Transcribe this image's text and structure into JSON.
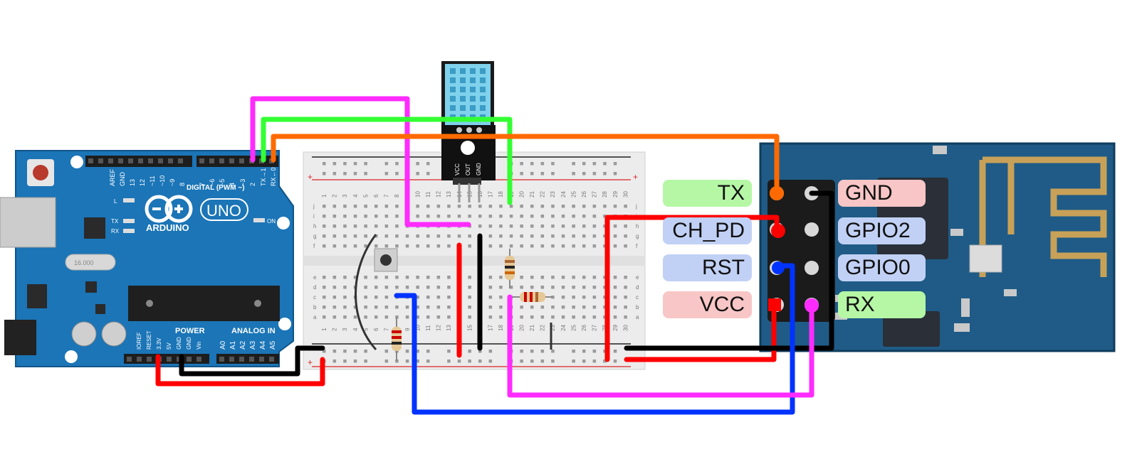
{
  "arduino": {
    "brand": "ARDUINO",
    "model": "UNO",
    "digital_header": "DIGITAL (PWM ~)",
    "digital_pins": [
      "AREF",
      "GND",
      "13",
      "12",
      "~11",
      "~10",
      "~9",
      "8",
      "7",
      "~6",
      "~5",
      "4",
      "~3",
      "2",
      "TX→1",
      "RX←0"
    ],
    "power_header": "POWER",
    "power_pins": [
      "IOREF",
      "RESET",
      "3.3V",
      "5V",
      "GND",
      "GND",
      "Vin"
    ],
    "analog_header": "ANALOG IN",
    "analog_pins": [
      "A0",
      "A1",
      "A2",
      "A3",
      "A4",
      "A5"
    ],
    "leds": [
      "L",
      "TX",
      "RX"
    ],
    "on_label": "ON",
    "crystal": "16.000"
  },
  "breadboard": {
    "column_numbers": [
      "1",
      "2",
      "3",
      "4",
      "5",
      "6",
      "7",
      "8",
      "9",
      "10",
      "11",
      "12",
      "13",
      "14",
      "15",
      "16",
      "17",
      "18",
      "19",
      "20",
      "21",
      "22",
      "23",
      "24",
      "25",
      "26",
      "27",
      "28",
      "29",
      "30"
    ],
    "row_letters_top": [
      "j",
      "i",
      "h",
      "g",
      "f"
    ],
    "row_letters_bottom": [
      "e",
      "d",
      "c",
      "b",
      "a"
    ],
    "plus": "+",
    "minus": "−"
  },
  "dht_sensor": {
    "pins": [
      "VCC",
      "OUT",
      "GND"
    ]
  },
  "esp8266": {
    "left_labels": [
      {
        "text": "TX",
        "color": "#b6f7a6"
      },
      {
        "text": "CH_PD",
        "color": "#c1d1f5"
      },
      {
        "text": "RST",
        "color": "#c1d1f5"
      },
      {
        "text": "VCC",
        "color": "#f8c6c6"
      }
    ],
    "right_labels": [
      {
        "text": "GND",
        "color": "#f8c6c6"
      },
      {
        "text": "GPIO2",
        "color": "#c1d1f5"
      },
      {
        "text": "GPIO0",
        "color": "#c1d1f5"
      },
      {
        "text": "RX",
        "color": "#b6f7a6"
      }
    ]
  },
  "wire_colors": {
    "magenta": "#ff2bff",
    "green": "#33ff33",
    "orange": "#ff6a00",
    "red": "#ff0000",
    "black": "#000000",
    "blue": "#0033ff"
  }
}
